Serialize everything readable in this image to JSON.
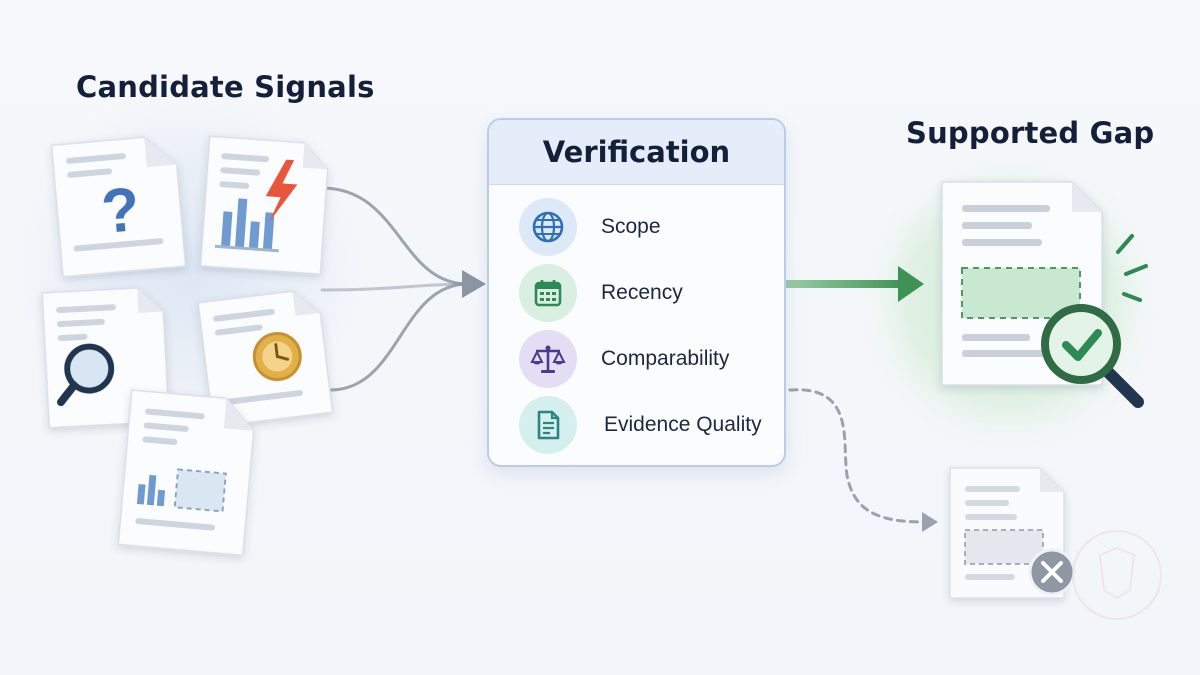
{
  "candidate": {
    "title": "Candidate Signals"
  },
  "verification": {
    "title": "Verification",
    "criteria": [
      {
        "label": "Scope",
        "icon": "globe-icon",
        "color": "#2f6fb8",
        "bg": "#dde9f7"
      },
      {
        "label": "Recency",
        "icon": "calendar-icon",
        "color": "#2e8a55",
        "bg": "#d9efe1"
      },
      {
        "label": "Comparability",
        "icon": "scales-icon",
        "color": "#4b3c8a",
        "bg": "#e3def3"
      },
      {
        "label": "Evidence Quality",
        "icon": "document-icon",
        "color": "#2a8585",
        "bg": "#d5eeee"
      }
    ]
  },
  "outcome": {
    "title": "Supported Gap"
  },
  "colors": {
    "arrow_gray": "#8b95a3",
    "arrow_green": "#4a9a5e",
    "accent_green": "#2e8a55",
    "accent_blue": "#3f73b8",
    "warning_orange": "#e8553b",
    "clock_gold": "#e2b04a"
  }
}
